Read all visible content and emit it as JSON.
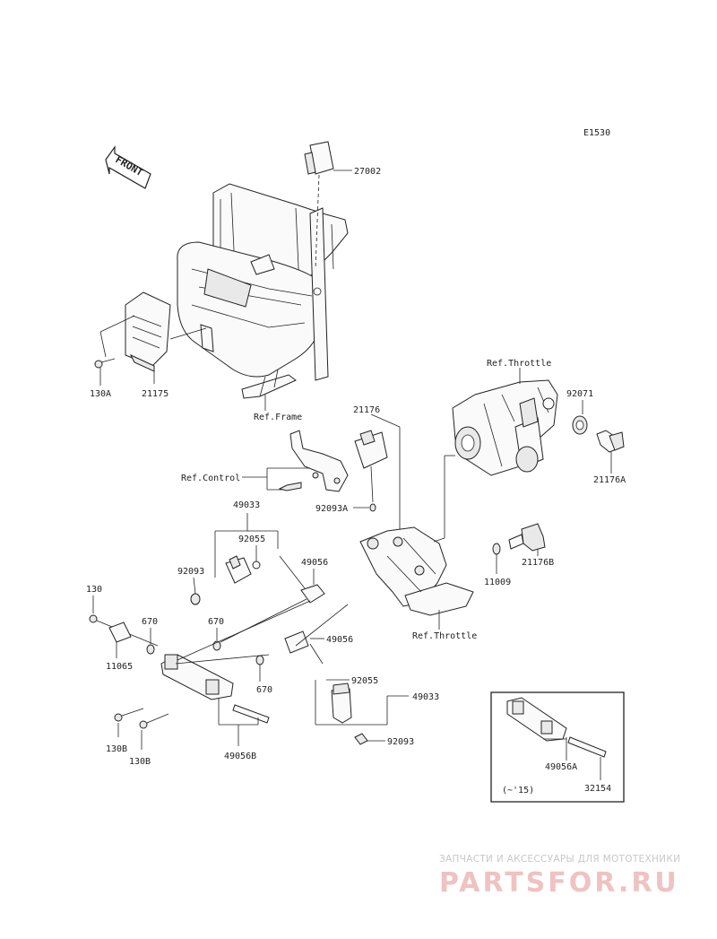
{
  "diagram_code": "E1530",
  "front_label": "FRONT",
  "labels": {
    "p27002": "27002",
    "p130A": "130A",
    "p21175": "21175",
    "ref_frame": "Ref.Frame",
    "ref_throttle_top": "Ref.Throttle",
    "p92071": "92071",
    "p21176A": "21176A",
    "p21176": "21176",
    "ref_control": "Ref.Control",
    "p92093A": "92093A",
    "p49033_top": "49033",
    "p92055_top": "92055",
    "p92093_top": "92093",
    "p49056_top": "49056",
    "p11009": "11009",
    "p21176B": "21176B",
    "ref_throttle_bottom": "Ref.Throttle",
    "p130": "130",
    "p670_left": "670",
    "p670_mid": "670",
    "p11065": "11065",
    "p49056_mid": "49056",
    "p670_bottom": "670",
    "p92055_bottom": "92055",
    "p49033_bottom": "49033",
    "p130B_1": "130B",
    "p130B_2": "130B",
    "p49056B": "49056B",
    "p92093_bottom": "92093",
    "inset_49056A": "49056A",
    "inset_32154": "32154",
    "inset_note": "(~'15)"
  },
  "watermark": {
    "tagline": "ЗАПЧАСТИ И АКСЕССУАРЫ ДЛЯ МОТОТЕХНИКИ",
    "brand": "PARTSFOR.RU"
  }
}
